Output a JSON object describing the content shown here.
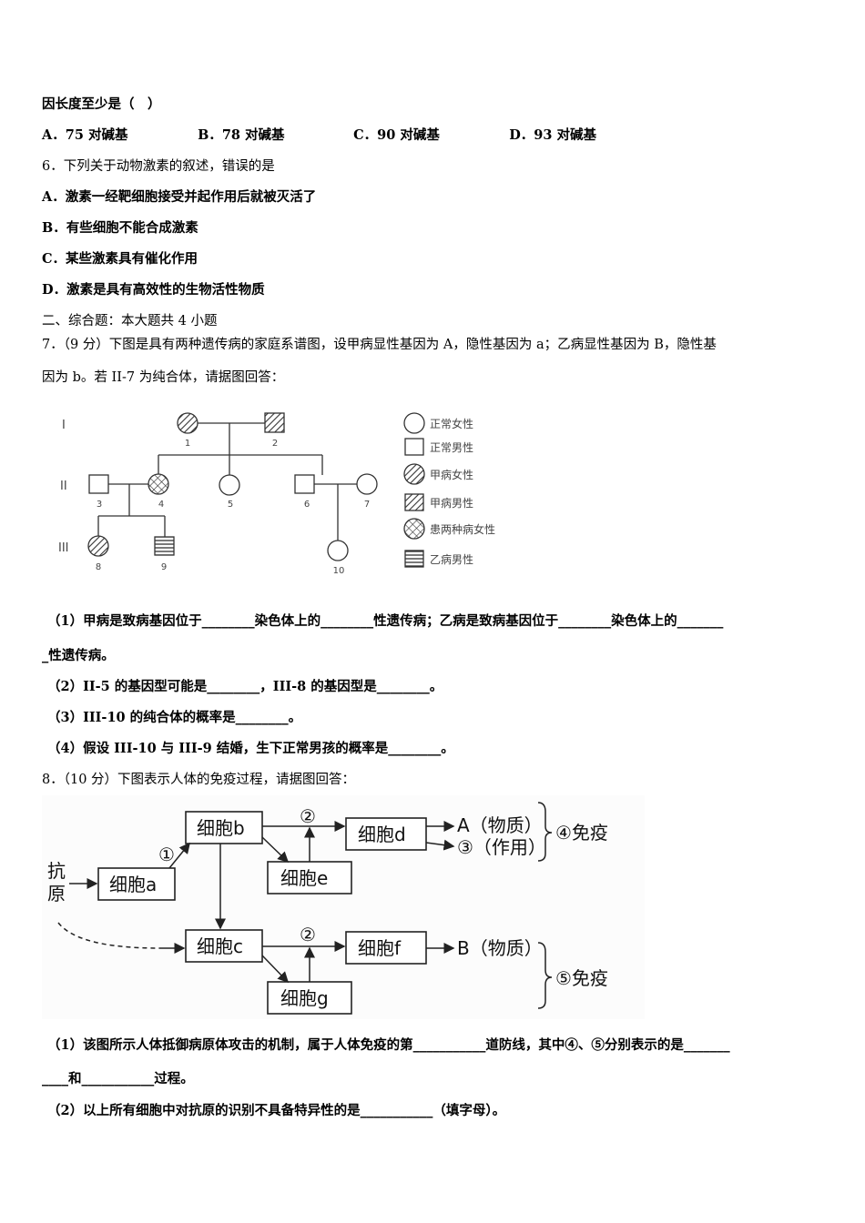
{
  "q5": {
    "stem_tail": "因长度至少是（　）",
    "options": [
      "A．75 对碱基",
      "B．78 对碱基",
      "C．90 对碱基",
      "D．93 对碱基"
    ]
  },
  "q6": {
    "stem": "6．下列关于动物激素的叙述，错误的是",
    "options": [
      "A．激素一经靶细胞接受并起作用后就被灭活了",
      "B．有些细胞不能合成激素",
      "C．某些激素具有催化作用",
      "D．激素是具有高效性的生物活性物质"
    ]
  },
  "section2": {
    "title": "二、综合题：本大题共 4 小题"
  },
  "q7": {
    "stem_line1": "7．（9 分）下图是具有两种遗传病的家庭系谱图，设甲病显性基因为 A，隐性基因为 a；乙病显性基因为 B，隐性基",
    "stem_line2": "因为 b。若 II-7 为纯合体，请据图回答：",
    "pedigree": {
      "generations": [
        "I",
        "II",
        "III"
      ],
      "individuals": [
        "1",
        "2",
        "3",
        "4",
        "5",
        "6",
        "7",
        "8",
        "9",
        "10"
      ],
      "legend": [
        "正常女性",
        "正常男性",
        "甲病女性",
        "甲病男性",
        "患两种病女性",
        "乙病男性"
      ]
    },
    "sub1_line1": "（1）甲病是致病基因位于________染色体上的________性遗传病；乙病是致病基因位于________染色体上的_______",
    "sub1_line2": "_性遗传病。",
    "sub2": "（2）II-5 的基因型可能是________，III-8 的基因型是________。",
    "sub3": "（3）III-10 的纯合体的概率是________。",
    "sub4": "（4）假设 III-10 与 III-9 结婚，生下正常男孩的概率是________。"
  },
  "q8": {
    "stem": "8．（10 分）下图表示人体的免疫过程，请据图回答：",
    "diagram": {
      "antigen": [
        "抗",
        "原"
      ],
      "cell_a": "细胞a",
      "cell_b": "细胞b",
      "cell_c": "细胞c",
      "cell_d": "细胞d",
      "cell_e": "细胞e",
      "cell_f": "细胞f",
      "cell_g": "细胞g",
      "circle1": "①",
      "circle2": "②",
      "product_a": "A（物质）",
      "product_3": "③（作用）",
      "immunity4": "④免疫",
      "product_b": "B（物质）",
      "immunity5": "⑤免疫"
    },
    "sub1_line1": "（1）该图所示人体抵御病原体攻击的机制，属于人体免疫的第___________道防线，其中④、⑤分别表示的是_______",
    "sub1_line2": "____和___________过程。",
    "sub2": "（2）以上所有细胞中对抗原的识别不具备特异性的是___________（填字母）。"
  }
}
